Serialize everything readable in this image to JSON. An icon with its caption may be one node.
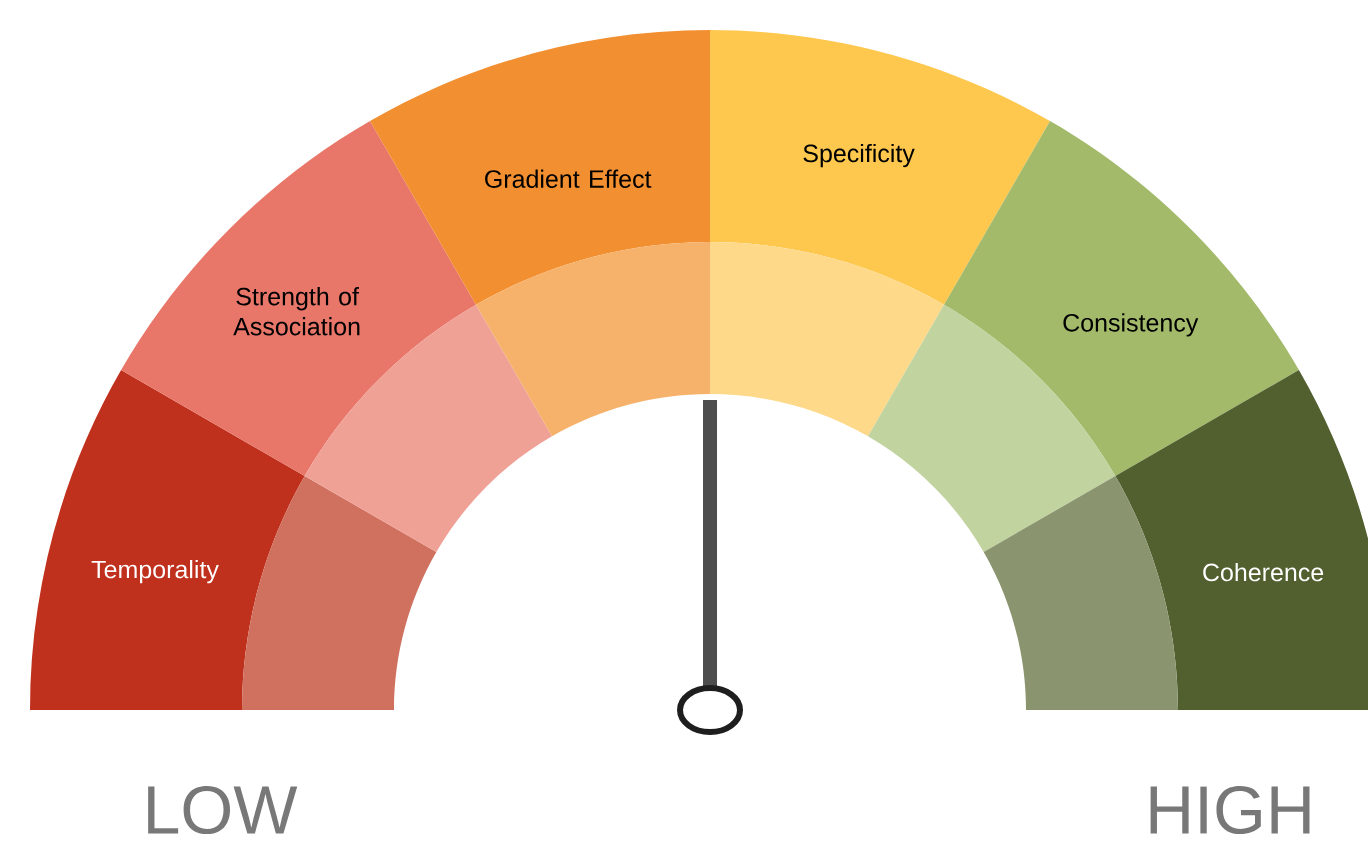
{
  "diagram": {
    "nodes": [
      {
        "text": [
          "Temporality"
        ]
      },
      {
        "text": [
          "Strength of Association"
        ]
      },
      {
        "text": [
          "Gradient Effect"
        ]
      },
      {
        "text": [
          "Specificity"
        ]
      },
      {
        "text": [
          "Consistency"
        ]
      },
      {
        "text": [
          "Coherence"
        ]
      }
    ],
    "labels": [
      "LOW",
      "HIGH"
    ]
  }
}
